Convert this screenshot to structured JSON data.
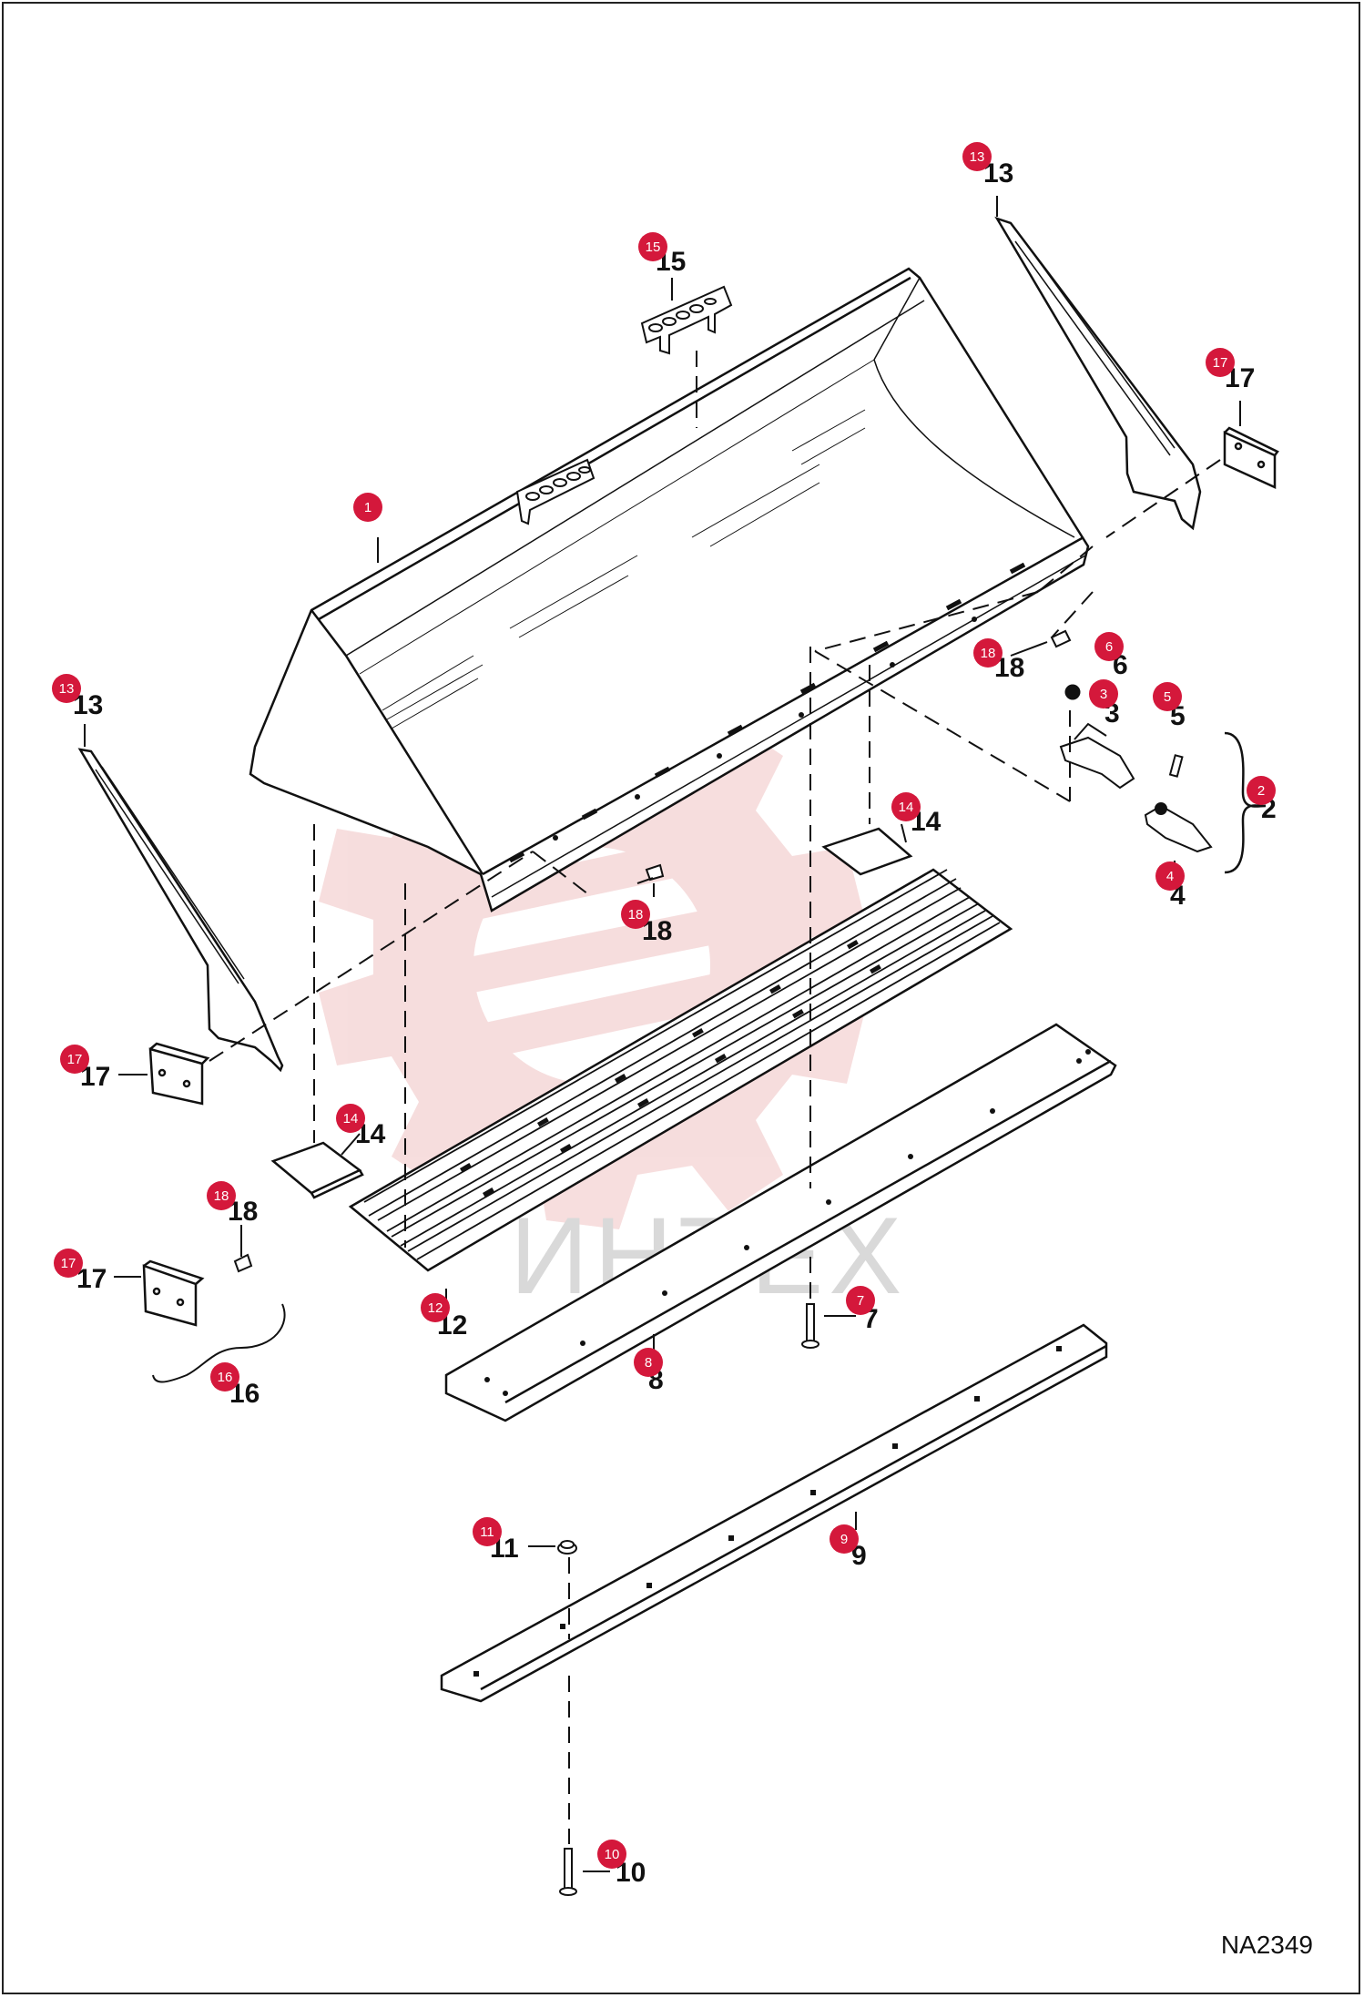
{
  "drawing_code": "NA2349",
  "watermark": {
    "text": "ИНТЕХ",
    "color": "#e8a0a0"
  },
  "colors": {
    "callout": "#d4183b",
    "line": "#111111"
  },
  "callouts": [
    {
      "id": "c-1",
      "num": "1",
      "ref": ""
    },
    {
      "id": "c-2",
      "num": "2",
      "ref": "2"
    },
    {
      "id": "c-3",
      "num": "3",
      "ref": "3"
    },
    {
      "id": "c-4",
      "num": "4",
      "ref": "4"
    },
    {
      "id": "c-5",
      "num": "5",
      "ref": "5"
    },
    {
      "id": "c-6",
      "num": "6",
      "ref": "6"
    },
    {
      "id": "c-7",
      "num": "7",
      "ref": "7"
    },
    {
      "id": "c-8",
      "num": "8",
      "ref": "8"
    },
    {
      "id": "c-9",
      "num": "9",
      "ref": "9"
    },
    {
      "id": "c-10",
      "num": "10",
      "ref": "10"
    },
    {
      "id": "c-11",
      "num": "11",
      "ref": "11"
    },
    {
      "id": "c-12",
      "num": "12",
      "ref": "12"
    },
    {
      "id": "c-13a",
      "num": "13",
      "ref": "13"
    },
    {
      "id": "c-13b",
      "num": "13",
      "ref": "13"
    },
    {
      "id": "c-14a",
      "num": "14",
      "ref": "14"
    },
    {
      "id": "c-14b",
      "num": "14",
      "ref": "14"
    },
    {
      "id": "c-15",
      "num": "15",
      "ref": "15"
    },
    {
      "id": "c-16",
      "num": "16",
      "ref": "16"
    },
    {
      "id": "c-17a",
      "num": "17",
      "ref": "17"
    },
    {
      "id": "c-17b",
      "num": "17",
      "ref": "17"
    },
    {
      "id": "c-17c",
      "num": "17",
      "ref": "17"
    },
    {
      "id": "c-18a",
      "num": "18",
      "ref": "18"
    },
    {
      "id": "c-18b",
      "num": "18",
      "ref": "18"
    },
    {
      "id": "c-18c",
      "num": "18",
      "ref": "18"
    }
  ]
}
